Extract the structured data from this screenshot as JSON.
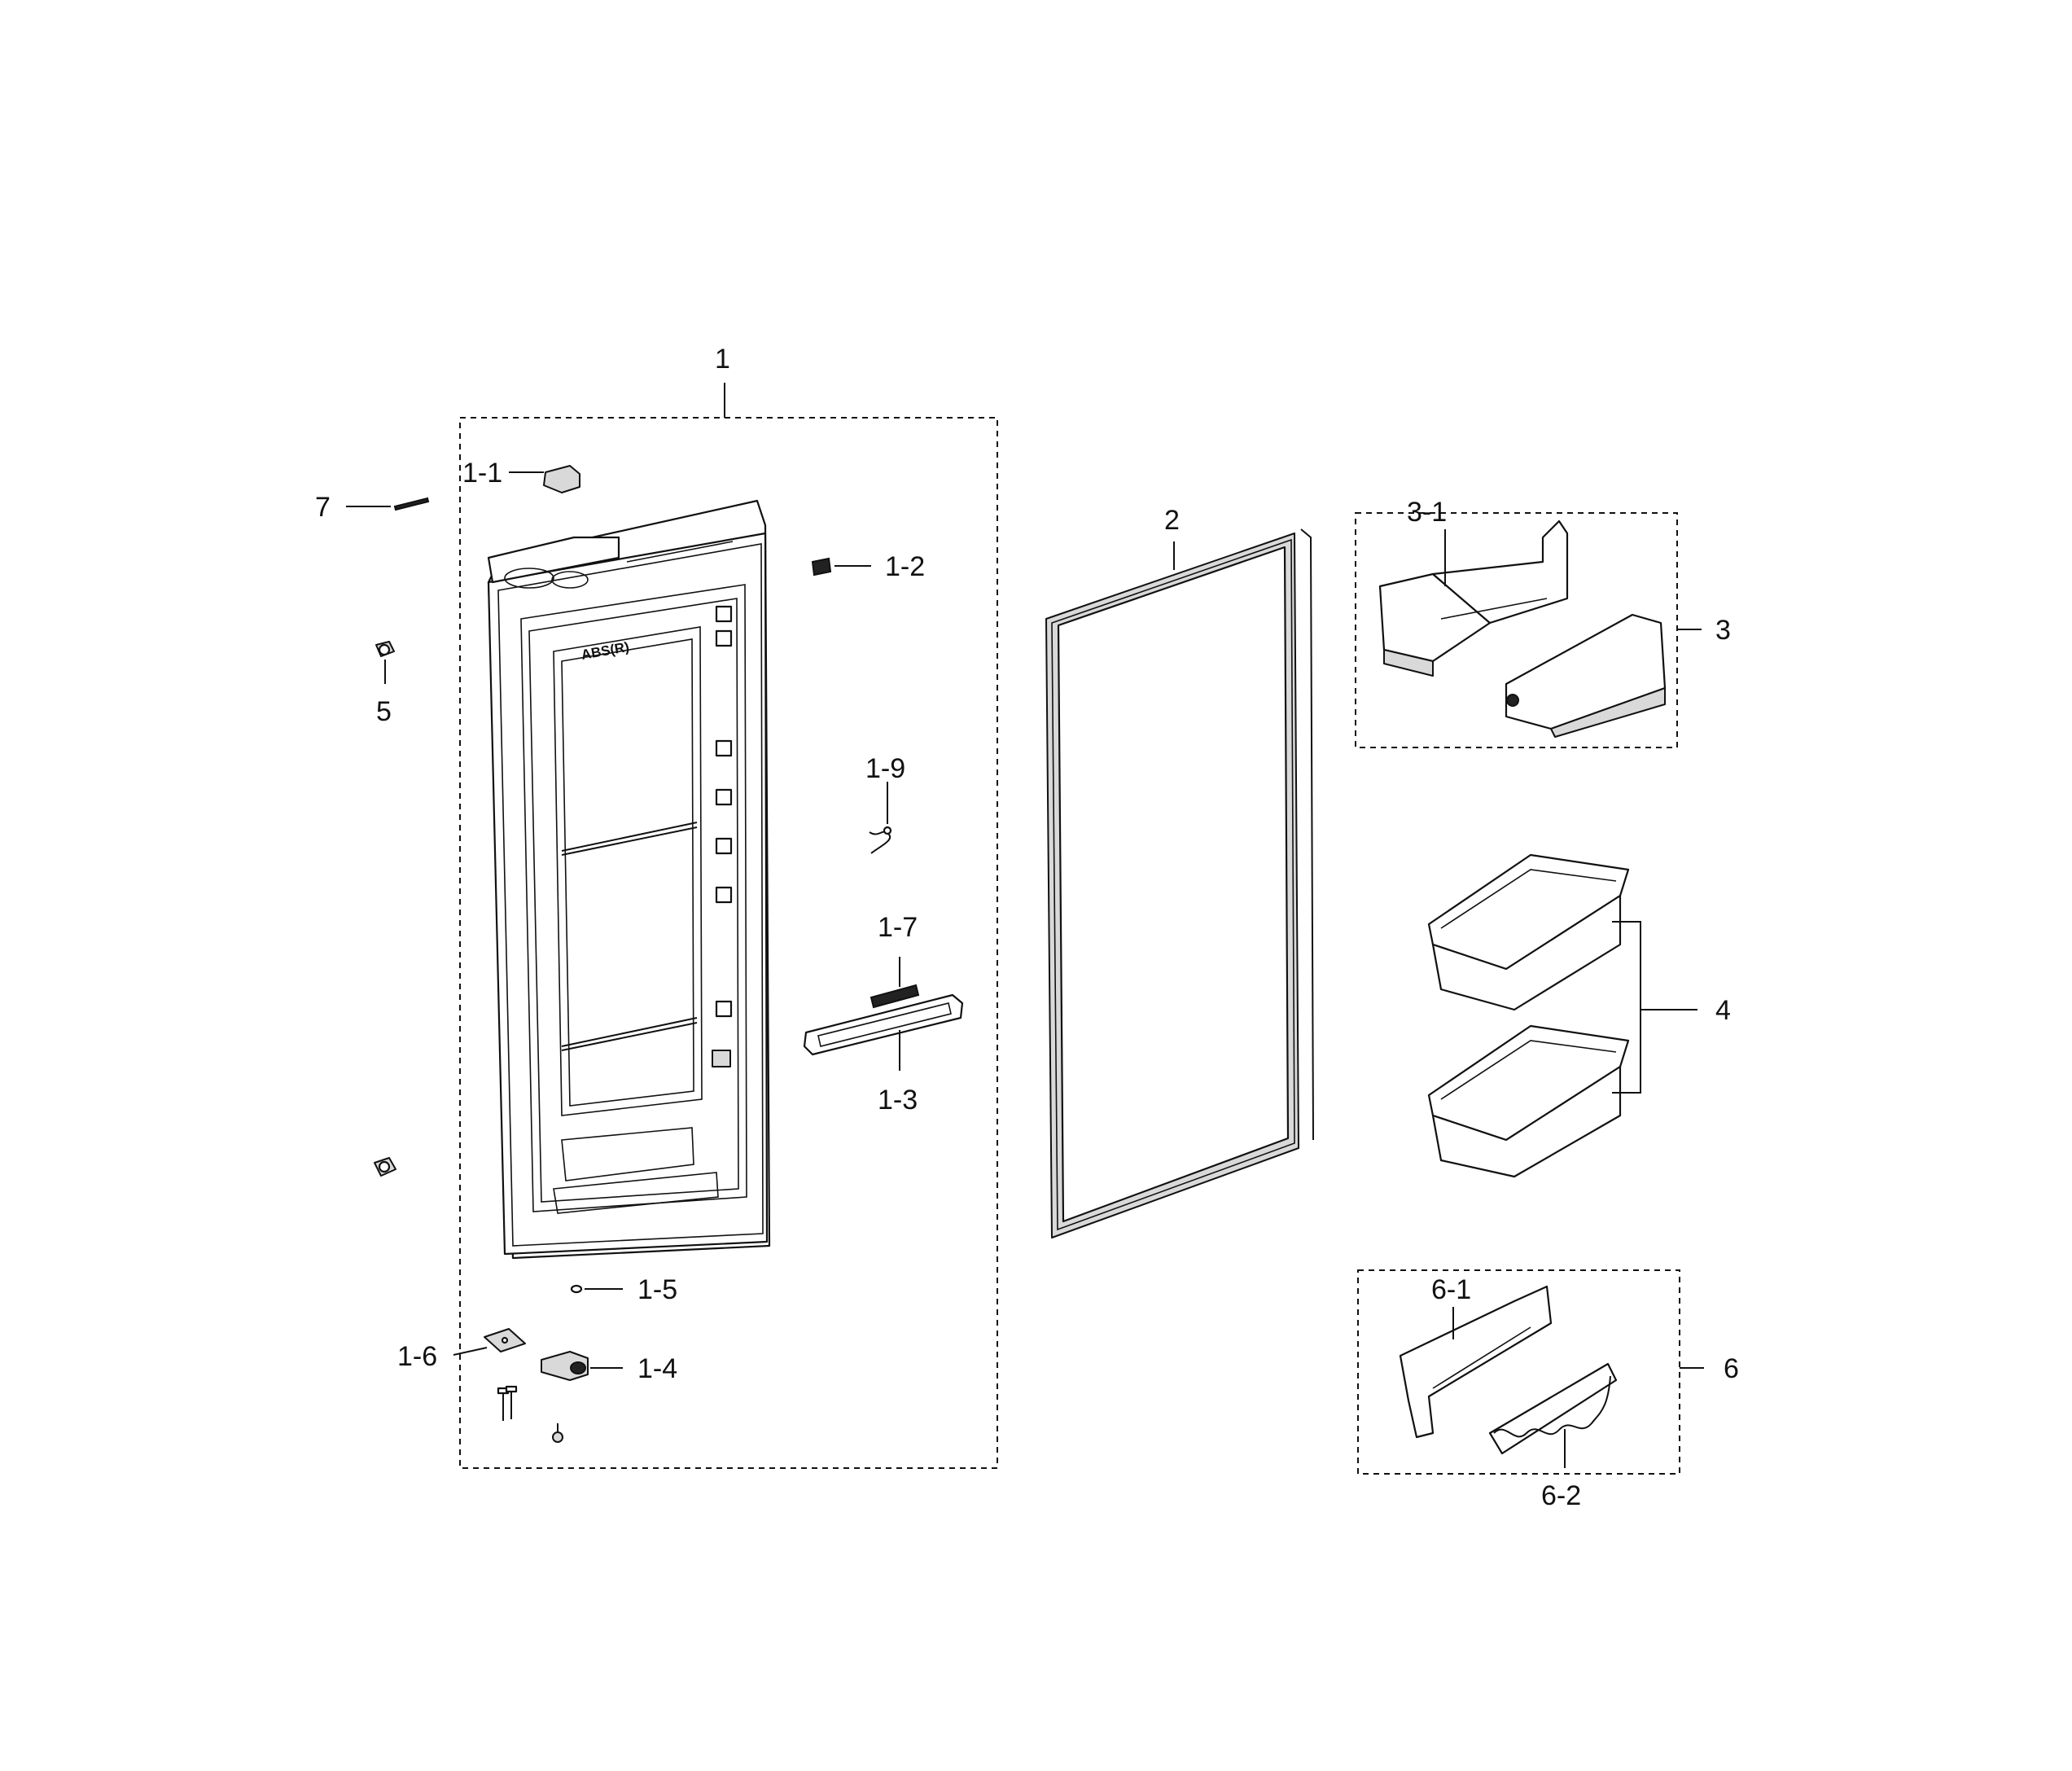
{
  "callouts": {
    "c1": "1",
    "c1_1": "1-1",
    "c1_2": "1-2",
    "c1_3": "1-3",
    "c1_4": "1-4",
    "c1_5": "1-5",
    "c1_6": "1-6",
    "c1_7": "1-7",
    "c1_9": "1-9",
    "c2": "2",
    "c3": "3",
    "c3_1": "3-1",
    "c4": "4",
    "c5": "5",
    "c6": "6",
    "c6_1": "6-1",
    "c6_2": "6-2",
    "c7": "7"
  },
  "door_stamp": "ABS(R)"
}
